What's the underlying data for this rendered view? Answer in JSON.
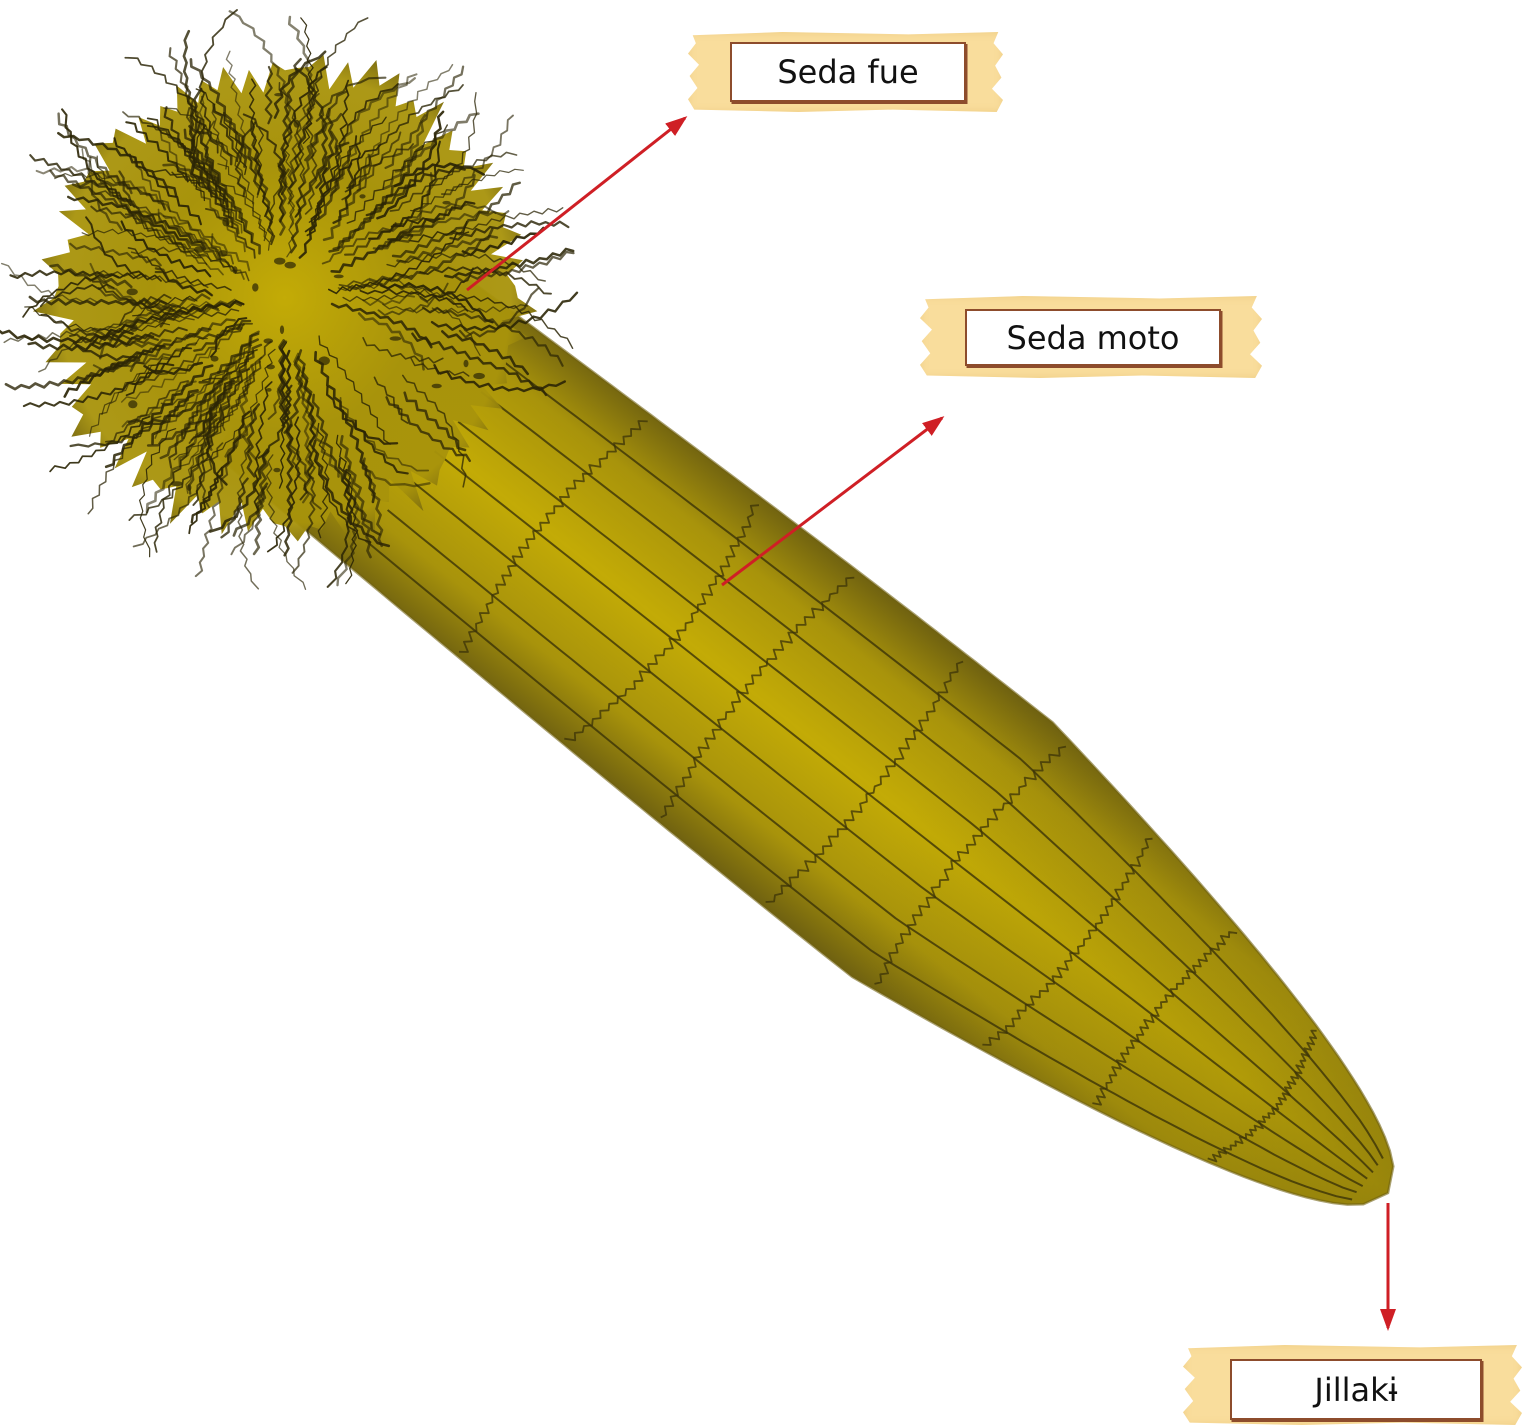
{
  "labels": [
    "Seda fue",
    "Seda moto",
    "Jillakɨ"
  ],
  "colors": {
    "arrow": "#cf1f25",
    "tape": "#f9dd9c",
    "label_border": "#8d4c2c",
    "label_fill": "#ffffff",
    "label_text": "#111111",
    "body_light": "#c3ab06",
    "body_mid": "#a8930b",
    "body_dark": "#6f6110",
    "striation": "#3b3308",
    "hair": "#2b2506"
  }
}
